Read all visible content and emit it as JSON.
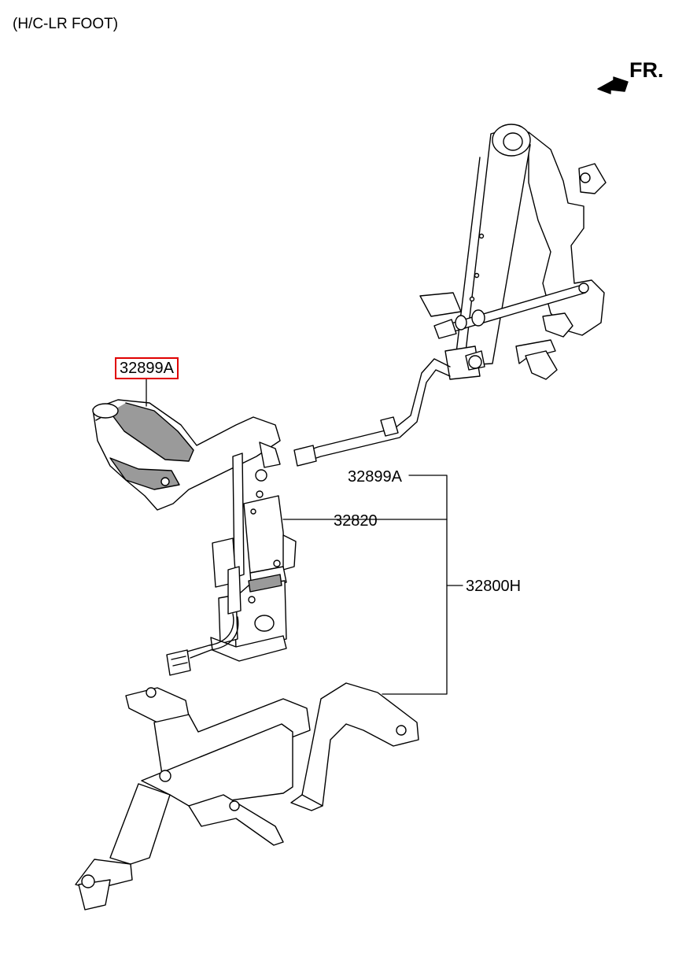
{
  "header": {
    "title": "(H/C-LR FOOT)"
  },
  "direction": {
    "label": "FR."
  },
  "callouts": {
    "handle": {
      "part_no": "32899A",
      "highlighted": true
    },
    "handle_assy": {
      "part_no": "32899A"
    },
    "actuator": {
      "part_no": "32820"
    },
    "assembly": {
      "part_no": "32800H"
    }
  },
  "colors": {
    "highlight": "#e00000",
    "line": "#000000",
    "shade": "#9a9a9a"
  }
}
